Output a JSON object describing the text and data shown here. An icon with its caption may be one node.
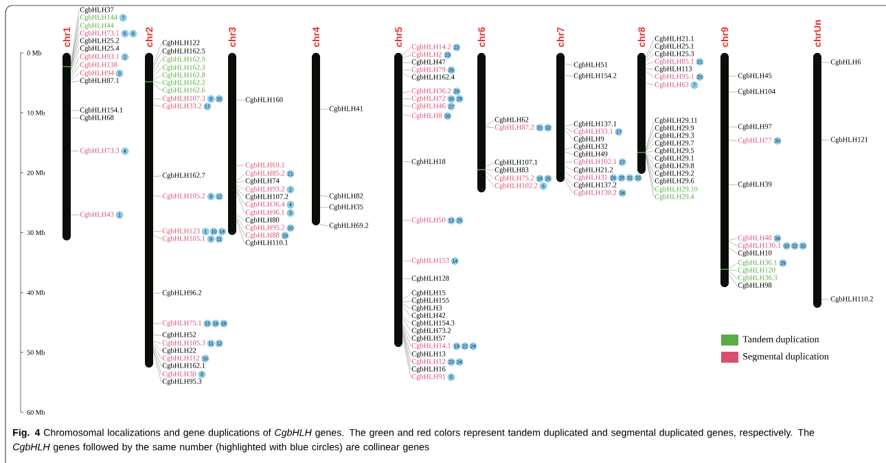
{
  "diagram": {
    "caption": "**Fig. 4** Chromosomal localizations and gene duplications of *CgbHLH* genes. The green and red colors represent tandem duplicated and segmental duplicated genes, respectively. The *CgbHLH* genes followed by the same number (highlighted with blue circles) are collinear genes",
    "nodes": [
      {
        "text": [
          "chr1"
        ]
      },
      {
        "text": [
          "CgbHLH37"
        ]
      },
      {
        "text": [
          "CgbHLH144"
        ],
        "beside": [
          "7"
        ]
      },
      {
        "text": [
          "CgbHLH44"
        ]
      },
      {
        "text": [
          "CgbHLH73.1"
        ],
        "beside": [
          "5",
          "6"
        ]
      },
      {
        "text": [
          "CgbHLH25.2"
        ]
      },
      {
        "text": [
          "CgbHLH25.4"
        ]
      },
      {
        "text": [
          "CgbHLH93.1"
        ],
        "beside": [
          "2"
        ]
      },
      {
        "text": [
          "CgbHLH138"
        ]
      },
      {
        "text": [
          "CgbHLH94"
        ],
        "beside": [
          "3"
        ]
      },
      {
        "text": [
          "CgbHLH87.1"
        ]
      },
      {
        "text": [
          "CgbHLH154.1"
        ]
      },
      {
        "text": [
          "CgbHLH68"
        ]
      },
      {
        "text": [
          "CgbHLH73.3"
        ],
        "beside": [
          "4"
        ]
      },
      {
        "text": [
          "CgbHLH43"
        ],
        "beside": [
          "1"
        ]
      },
      {
        "text": [
          "chr2"
        ]
      },
      {
        "text": [
          "CgbHLH122"
        ]
      },
      {
        "text": [
          "CgbHLH162.5"
        ]
      },
      {
        "text": [
          "CgbHLH162.9"
        ]
      },
      {
        "text": [
          "CgbHLH162.3"
        ]
      },
      {
        "text": [
          "CgbHLH162.8"
        ]
      },
      {
        "text": [
          "CgbHLH162.2"
        ]
      },
      {
        "text": [
          "CgbHLH162.6"
        ]
      },
      {
        "text": [
          "CgbHLH107.3"
        ],
        "beside": [
          "8",
          "15"
        ]
      },
      {
        "text": [
          "CgbHLH33.2"
        ],
        "beside": [
          "17"
        ]
      },
      {
        "text": [
          "CgbHLH162.7"
        ]
      },
      {
        "text": [
          "CgbHLH105.2"
        ],
        "beside": [
          "9",
          "12"
        ]
      },
      {
        "text": [
          "CgbHLH123"
        ],
        "beside": [
          "1",
          "10",
          "14"
        ]
      },
      {
        "text": [
          "CgbHLH105.1"
        ],
        "beside": [
          "9",
          "11"
        ]
      },
      {
        "text": [
          "CgbHLH96.2"
        ]
      },
      {
        "text": [
          "CgbHLH75.1"
        ],
        "beside": [
          "13",
          "16",
          "18"
        ]
      },
      {
        "text": [
          "CgbHLH52"
        ]
      },
      {
        "text": [
          "CgbHLH105.3"
        ],
        "beside": [
          "11",
          "12"
        ]
      },
      {
        "text": [
          "CgbHLH22"
        ]
      },
      {
        "text": [
          "CgbHLH112"
        ],
        "beside": [
          "10"
        ]
      },
      {
        "text": [
          "CgbHLH162.1"
        ]
      },
      {
        "text": [
          "CgbHLH30"
        ],
        "beside": [
          "8"
        ]
      },
      {
        "text": [
          "CgbHLH95.3"
        ]
      },
      {
        "text": [
          "chr3"
        ]
      },
      {
        "text": [
          "CgbHLH160"
        ]
      },
      {
        "text": [
          "CgbHLH69.1"
        ]
      },
      {
        "text": [
          "CgbHLH85.2"
        ],
        "beside": [
          "21"
        ]
      },
      {
        "text": [
          "CgbHLH74"
        ]
      },
      {
        "text": [
          "CgbHLH93.2"
        ],
        "beside": [
          "2"
        ]
      },
      {
        "text": [
          "CgbHLH107.2"
        ]
      },
      {
        "text": [
          "CgbHLH36.4"
        ],
        "beside": [
          "4"
        ]
      },
      {
        "text": [
          "CgbHLH96.1"
        ],
        "beside": [
          "3"
        ]
      },
      {
        "text": [
          "CgbHLH80"
        ]
      },
      {
        "text": [
          "CgbHLH95.2"
        ],
        "beside": [
          "20"
        ]
      },
      {
        "text": [
          "CgbHLH88"
        ],
        "beside": [
          "19"
        ]
      },
      {
        "text": [
          "CgbHLH110.1"
        ]
      },
      {
        "text": [
          "chr4"
        ]
      },
      {
        "text": [
          "CgbHLH41"
        ]
      },
      {
        "text": [
          "CgbHLH82"
        ]
      },
      {
        "text": [
          "CgbHLH35"
        ]
      },
      {
        "text": [
          "CgbHLH69.2"
        ]
      },
      {
        "text": [
          "chr5"
        ]
      },
      {
        "text": [
          "CgbHLH14.2"
        ],
        "beside": [
          "22"
        ]
      },
      {
        "text": [
          "CgbHLH2"
        ],
        "beside": [
          "23"
        ]
      },
      {
        "text": [
          "CgbHLH47"
        ]
      },
      {
        "text": [
          "CgbHLH79"
        ],
        "beside": [
          "26"
        ]
      },
      {
        "text": [
          "CgbHLH162.4"
        ]
      },
      {
        "text": [
          "CgbHLH36.2"
        ],
        "beside": [
          "29"
        ]
      },
      {
        "text": [
          "CgbHLH72"
        ],
        "beside": [
          "15",
          "28"
        ]
      },
      {
        "text": [
          "CgbHLH46"
        ],
        "beside": [
          "27"
        ]
      },
      {
        "text": [
          "CgbHLH8"
        ],
        "beside": [
          "30"
        ]
      },
      {
        "text": [
          "CgbHLH18"
        ]
      },
      {
        "text": [
          "CgbHLH50"
        ],
        "beside": [
          "13",
          "25"
        ]
      },
      {
        "text": [
          "CgbHLH153"
        ],
        "beside": [
          "14"
        ]
      },
      {
        "text": [
          "CgbHLH128"
        ]
      },
      {
        "text": [
          "CgbHLH15"
        ]
      },
      {
        "text": [
          "CgbHLH155"
        ]
      },
      {
        "text": [
          "CgbHLH3"
        ]
      },
      {
        "text": [
          "CgbHLH42"
        ]
      },
      {
        "text": [
          "CgbHLH154.3"
        ]
      },
      {
        "text": [
          "CgbHLH73.2"
        ]
      },
      {
        "text": [
          "CgbHLH57"
        ]
      },
      {
        "text": [
          "CgbHLH14.1"
        ],
        "beside": [
          "19",
          "22",
          "24"
        ]
      },
      {
        "text": [
          "CgbHLH13"
        ]
      },
      {
        "text": [
          "CgbHLH12"
        ],
        "beside": [
          "23",
          "24"
        ]
      },
      {
        "text": [
          "CgbHLH16"
        ]
      },
      {
        "text": [
          "CgbHLH91"
        ],
        "beside": [
          "5"
        ]
      },
      {
        "text": [
          "chr6"
        ]
      },
      {
        "text": [
          "CgbHLH62"
        ]
      },
      {
        "text": [
          "CgbHLH87.2"
        ],
        "beside": [
          "31",
          "32"
        ]
      },
      {
        "text": [
          "CgbHLH107.1"
        ]
      },
      {
        "text": [
          "CgbHLH83"
        ]
      },
      {
        "text": [
          "CgbHLH75.2"
        ],
        "beside": [
          "18",
          "25"
        ]
      },
      {
        "text": [
          "CgbHLH102.2"
        ],
        "beside": [
          "6"
        ]
      },
      {
        "text": [
          "chr7"
        ]
      },
      {
        "text": [
          "CgbHLH51"
        ]
      },
      {
        "text": [
          "CgbHLH154.2"
        ]
      },
      {
        "text": [
          "CgbHLH137.1"
        ]
      },
      {
        "text": [
          "CgbHLH33.1"
        ],
        "beside": [
          "17"
        ]
      },
      {
        "text": [
          "CgbHLH9"
        ]
      },
      {
        "text": [
          "CgbHLH32"
        ]
      },
      {
        "text": [
          "CgbHLH49"
        ]
      },
      {
        "text": [
          "CgbHLH102.1"
        ],
        "beside": [
          "27"
        ]
      },
      {
        "text": [
          "CgbHLH21.2"
        ]
      },
      {
        "text": [
          "CgbHLH31"
        ],
        "beside": [
          "26",
          "28",
          "31",
          "33"
        ]
      },
      {
        "text": [
          "CgbHLH137.2"
        ]
      },
      {
        "text": [
          "CgbHLH130.2"
        ],
        "beside": [
          "34"
        ]
      },
      {
        "text": [
          "chr8"
        ]
      },
      {
        "text": [
          "CgbHLH21.1"
        ]
      },
      {
        "text": [
          "CgbHLH25.1"
        ]
      },
      {
        "text": [
          "CgbHLH25.3"
        ]
      },
      {
        "text": [
          "CgbHLH85.1"
        ],
        "beside": [
          "21"
        ]
      },
      {
        "text": [
          "CgbHLH113"
        ]
      },
      {
        "text": [
          "CgbHLH95.1"
        ],
        "beside": [
          "20"
        ]
      },
      {
        "text": [
          "CgbHLH63"
        ],
        "beside": [
          "7"
        ]
      },
      {
        "text": [
          "CgbHLH29.11"
        ]
      },
      {
        "text": [
          "CgbHLH29.9"
        ]
      },
      {
        "text": [
          "CgbHLH29.3"
        ]
      },
      {
        "text": [
          "CgbHLH29.7"
        ]
      },
      {
        "text": [
          "CgbHLH29.5"
        ]
      },
      {
        "text": [
          "CgbHLH29.1"
        ]
      },
      {
        "text": [
          "CgbHLH29.8"
        ]
      },
      {
        "text": [
          "CgbHLH29.2"
        ]
      },
      {
        "text": [
          "CgbHLH29.6"
        ]
      },
      {
        "text": [
          "CgbHLH29.10"
        ]
      },
      {
        "text": [
          "CgbHLH29.4"
        ]
      },
      {
        "text": [
          "chr9"
        ]
      },
      {
        "text": [
          "CgbHLH45"
        ]
      },
      {
        "text": [
          "CgbHLH104"
        ]
      },
      {
        "text": [
          "CgbHLH97"
        ]
      },
      {
        "text": [
          "CgbHLH77"
        ],
        "beside": [
          "30"
        ]
      },
      {
        "text": [
          "CgbHLH39"
        ]
      },
      {
        "text": [
          "CgbHLH48"
        ],
        "beside": [
          "34"
        ]
      },
      {
        "text": [
          "CgbHLH130.1"
        ],
        "beside": [
          "18",
          "32",
          "33"
        ]
      },
      {
        "text": [
          "CgbHLH10"
        ]
      },
      {
        "text": [
          "CgbHLH36.1"
        ],
        "beside": [
          "29"
        ]
      },
      {
        "text": [
          "CgbHLH120"
        ]
      },
      {
        "text": [
          "CgbHLH36.3"
        ]
      },
      {
        "text": [
          "CgbHLH98"
        ]
      },
      {
        "text": [
          "chrUn"
        ]
      },
      {
        "text": [
          "CgbHLH6"
        ]
      },
      {
        "text": [
          "CgbHLH121"
        ]
      },
      {
        "text": [
          "CgbHLH110.2"
        ]
      }
    ],
    "edges": [
      {
        "from": 1,
        "to": 0,
        "arrow": "none"
      },
      {
        "from": 2,
        "to": 0,
        "arrow": "none"
      },
      {
        "from": 3,
        "to": 0,
        "arrow": "none"
      },
      {
        "from": 4,
        "to": 0,
        "arrow": "none"
      },
      {
        "from": 5,
        "to": 0,
        "arrow": "none"
      },
      {
        "from": 6,
        "to": 0,
        "arrow": "none"
      },
      {
        "from": 7,
        "to": 0,
        "arrow": "none"
      },
      {
        "from": 8,
        "to": 0,
        "arrow": "none"
      },
      {
        "from": 9,
        "to": 0,
        "arrow": "none"
      },
      {
        "from": 10,
        "to": 0,
        "arrow": "none"
      },
      {
        "from": 11,
        "to": 0,
        "arrow": "none"
      },
      {
        "from": 12,
        "to": 0,
        "arrow": "none"
      },
      {
        "from": 13,
        "to": 0,
        "arrow": "none"
      },
      {
        "from": 14,
        "to": 0,
        "arrow": "none"
      },
      {
        "from": 16,
        "to": 15,
        "arrow": "none"
      },
      {
        "from": 17,
        "to": 15,
        "arrow": "none"
      },
      {
        "from": 18,
        "to": 15,
        "arrow": "none"
      },
      {
        "from": 19,
        "to": 15,
        "arrow": "none"
      },
      {
        "from": 20,
        "to": 15,
        "arrow": "none"
      },
      {
        "from": 21,
        "to": 15,
        "arrow": "none"
      },
      {
        "from": 22,
        "to": 15,
        "arrow": "none"
      },
      {
        "from": 23,
        "to": 15,
        "arrow": "none"
      },
      {
        "from": 24,
        "to": 15,
        "arrow": "none"
      },
      {
        "from": 25,
        "to": 15,
        "arrow": "none"
      },
      {
        "from": 26,
        "to": 15,
        "arrow": "none"
      },
      {
        "from": 27,
        "to": 15,
        "arrow": "none"
      },
      {
        "from": 28,
        "to": 15,
        "arrow": "none"
      },
      {
        "from": 29,
        "to": 15,
        "arrow": "none"
      },
      {
        "from": 30,
        "to": 15,
        "arrow": "none"
      },
      {
        "from": 31,
        "to": 15,
        "arrow": "none"
      },
      {
        "from": 32,
        "to": 15,
        "arrow": "none"
      },
      {
        "from": 33,
        "to": 15,
        "arrow": "none"
      },
      {
        "from": 34,
        "to": 15,
        "arrow": "none"
      },
      {
        "from": 35,
        "to": 15,
        "arrow": "none"
      },
      {
        "from": 36,
        "to": 15,
        "arrow": "none"
      },
      {
        "from": 37,
        "to": 15,
        "arrow": "none"
      },
      {
        "from": 39,
        "to": 38,
        "arrow": "none"
      },
      {
        "from": 40,
        "to": 38,
        "arrow": "none"
      },
      {
        "from": 41,
        "to": 38,
        "arrow": "none"
      },
      {
        "from": 42,
        "to": 38,
        "arrow": "none"
      },
      {
        "from": 43,
        "to": 38,
        "arrow": "none"
      },
      {
        "from": 44,
        "to": 38,
        "arrow": "none"
      },
      {
        "from": 45,
        "to": 38,
        "arrow": "none"
      },
      {
        "from": 46,
        "to": 38,
        "arrow": "none"
      },
      {
        "from": 47,
        "to": 38,
        "arrow": "none"
      },
      {
        "from": 48,
        "to": 38,
        "arrow": "none"
      },
      {
        "from": 49,
        "to": 38,
        "arrow": "none"
      },
      {
        "from": 50,
        "to": 38,
        "arrow": "none"
      },
      {
        "from": 52,
        "to": 51,
        "arrow": "none"
      },
      {
        "from": 53,
        "to": 51,
        "arrow": "none"
      },
      {
        "from": 54,
        "to": 51,
        "arrow": "none"
      },
      {
        "from": 55,
        "to": 51,
        "arrow": "none"
      },
      {
        "from": 57,
        "to": 56,
        "arrow": "none"
      },
      {
        "from": 58,
        "to": 56,
        "arrow": "none"
      },
      {
        "from": 59,
        "to": 56,
        "arrow": "none"
      },
      {
        "from": 60,
        "to": 56,
        "arrow": "none"
      },
      {
        "from": 61,
        "to": 56,
        "arrow": "none"
      },
      {
        "from": 62,
        "to": 56,
        "arrow": "none"
      },
      {
        "from": 63,
        "to": 56,
        "arrow": "none"
      },
      {
        "from": 64,
        "to": 56,
        "arrow": "none"
      },
      {
        "from": 65,
        "to": 56,
        "arrow": "none"
      },
      {
        "from": 66,
        "to": 56,
        "arrow": "none"
      },
      {
        "from": 67,
        "to": 56,
        "arrow": "none"
      },
      {
        "from": 68,
        "to": 56,
        "arrow": "none"
      },
      {
        "from": 69,
        "to": 56,
        "arrow": "none"
      },
      {
        "from": 70,
        "to": 56,
        "arrow": "none"
      },
      {
        "from": 71,
        "to": 56,
        "arrow": "none"
      },
      {
        "from": 72,
        "to": 56,
        "arrow": "none"
      },
      {
        "from": 73,
        "to": 56,
        "arrow": "none"
      },
      {
        "from": 74,
        "to": 56,
        "arrow": "none"
      },
      {
        "from": 75,
        "to": 56,
        "arrow": "none"
      },
      {
        "from": 76,
        "to": 56,
        "arrow": "none"
      },
      {
        "from": 77,
        "to": 56,
        "arrow": "none"
      },
      {
        "from": 78,
        "to": 56,
        "arrow": "none"
      },
      {
        "from": 79,
        "to": 56,
        "arrow": "none"
      },
      {
        "from": 80,
        "to": 56,
        "arrow": "none"
      },
      {
        "from": 81,
        "to": 56,
        "arrow": "none"
      },
      {
        "from": 83,
        "to": 82,
        "arrow": "none"
      },
      {
        "from": 84,
        "to": 82,
        "arrow": "none"
      },
      {
        "from": 85,
        "to": 82,
        "arrow": "none"
      },
      {
        "from": 86,
        "to": 82,
        "arrow": "none"
      },
      {
        "from": 87,
        "to": 82,
        "arrow": "none"
      },
      {
        "from": 88,
        "to": 82,
        "arrow": "none"
      },
      {
        "from": 90,
        "to": 89,
        "arrow": "none"
      },
      {
        "from": 91,
        "to": 89,
        "arrow": "none"
      },
      {
        "from": 92,
        "to": 89,
        "arrow": "none"
      },
      {
        "from": 93,
        "to": 89,
        "arrow": "none"
      },
      {
        "from": 94,
        "to": 89,
        "arrow": "none"
      },
      {
        "from": 95,
        "to": 89,
        "arrow": "none"
      },
      {
        "from": 96,
        "to": 89,
        "arrow": "none"
      },
      {
        "from": 97,
        "to": 89,
        "arrow": "none"
      },
      {
        "from": 98,
        "to": 89,
        "arrow": "none"
      },
      {
        "from": 99,
        "to": 89,
        "arrow": "none"
      },
      {
        "from": 100,
        "to": 89,
        "arrow": "none"
      },
      {
        "from": 101,
        "to": 89,
        "arrow": "none"
      },
      {
        "from": 103,
        "to": 102,
        "arrow": "none"
      },
      {
        "from": 104,
        "to": 102,
        "arrow": "none"
      },
      {
        "from": 105,
        "to": 102,
        "arrow": "none"
      },
      {
        "from": 106,
        "to": 102,
        "arrow": "none"
      },
      {
        "from": 107,
        "to": 102,
        "arrow": "none"
      },
      {
        "from": 108,
        "to": 102,
        "arrow": "none"
      },
      {
        "from": 109,
        "to": 102,
        "arrow": "none"
      },
      {
        "from": 110,
        "to": 102,
        "arrow": "none"
      },
      {
        "from": 111,
        "to": 102,
        "arrow": "none"
      },
      {
        "from": 112,
        "to": 102,
        "arrow": "none"
      },
      {
        "from": 113,
        "to": 102,
        "arrow": "none"
      },
      {
        "from": 114,
        "to": 102,
        "arrow": "none"
      },
      {
        "from": 115,
        "to": 102,
        "arrow": "none"
      },
      {
        "from": 116,
        "to": 102,
        "arrow": "none"
      },
      {
        "from": 117,
        "to": 102,
        "arrow": "none"
      },
      {
        "from": 118,
        "to": 102,
        "arrow": "none"
      },
      {
        "from": 119,
        "to": 102,
        "arrow": "none"
      },
      {
        "from": 120,
        "to": 102,
        "arrow": "none"
      },
      {
        "from": 122,
        "to": 121,
        "arrow": "none"
      },
      {
        "from": 123,
        "to": 121,
        "arrow": "none"
      },
      {
        "from": 124,
        "to": 121,
        "arrow": "none"
      },
      {
        "from": 125,
        "to": 121,
        "arrow": "none"
      },
      {
        "from": 126,
        "to": 121,
        "arrow": "none"
      },
      {
        "from": 127,
        "to": 121,
        "arrow": "none"
      },
      {
        "from": 128,
        "to": 121,
        "arrow": "none"
      },
      {
        "from": 129,
        "to": 121,
        "arrow": "none"
      },
      {
        "from": 130,
        "to": 121,
        "arrow": "none"
      },
      {
        "from": 131,
        "to": 121,
        "arrow": "none"
      },
      {
        "from": 132,
        "to": 121,
        "arrow": "none"
      },
      {
        "from": 133,
        "to": 121,
        "arrow": "none"
      },
      {
        "from": 135,
        "to": 134,
        "arrow": "none"
      },
      {
        "from": 136,
        "to": 134,
        "arrow": "none"
      },
      {
        "from": 137,
        "to": 134,
        "arrow": "none"
      }
    ],
    "labels": [
      "0 Mb",
      "10 Mb",
      "20 Mb",
      "30 Mb",
      "40 Mb",
      "50 Mb",
      "60 Mb"
    ],
    "legend": [
      {
        "text": "Tandem duplication",
        "color": "#5aac44"
      },
      {
        "text": "Segmental duplication",
        "color": "#d9506f"
      }
    ]
  }
}
